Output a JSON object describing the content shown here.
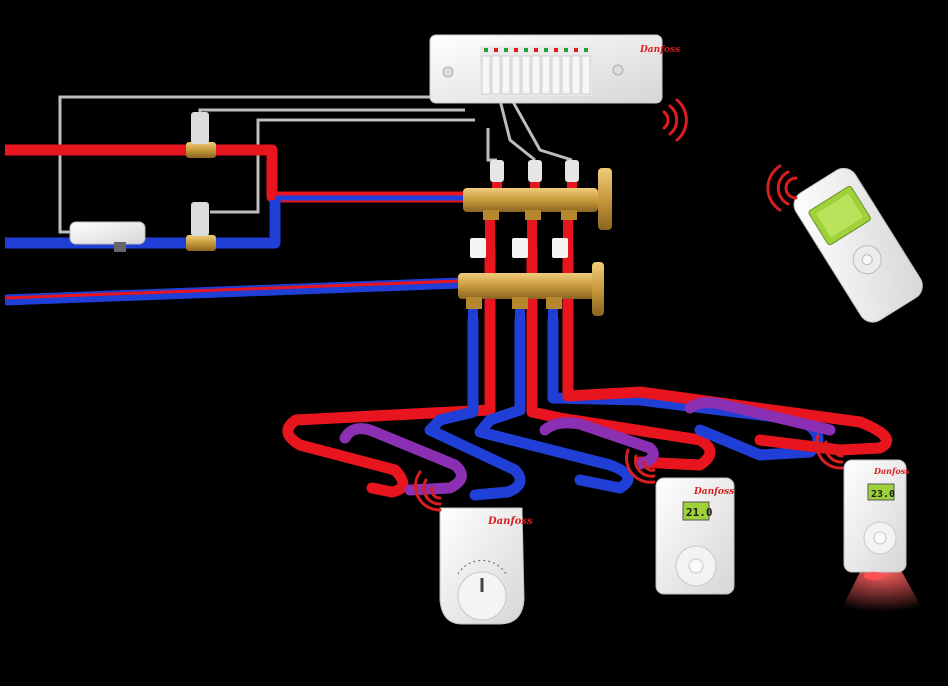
{
  "colors": {
    "background": "#000000",
    "hot_pipe": "#e8141e",
    "cold_pipe": "#1f3fd6",
    "mixed_loop": "#8b2fb3",
    "brass": "#c79a3c",
    "device_white": "#f2f2f2",
    "lcd_green": "#9fd23a",
    "signal_red": "#d81e1e"
  },
  "brand": {
    "logo_text": "Danfoss"
  },
  "controller": {
    "icon": "master-controller-icon"
  },
  "remote": {
    "icon": "remote-control-icon"
  },
  "thermostats": [
    {
      "icon": "dial-thermostat-icon",
      "display": ""
    },
    {
      "icon": "display-thermostat-icon",
      "display": "21.0"
    },
    {
      "icon": "infrared-thermostat-icon",
      "display": "23.0"
    }
  ],
  "signals": {
    "icon": "wireless-signal-icon"
  }
}
